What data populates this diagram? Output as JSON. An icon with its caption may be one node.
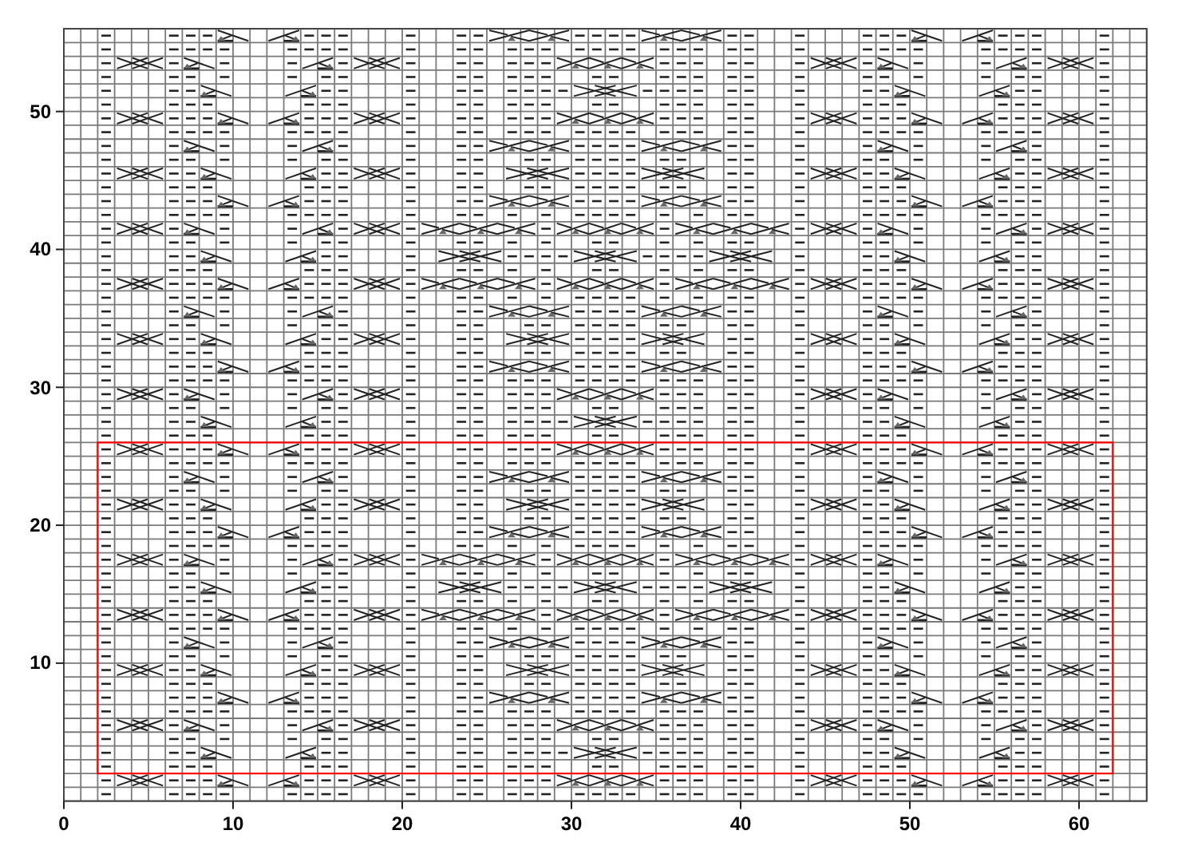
{
  "diagram": {
    "labels": [
      "50",
      "40",
      "30",
      "20",
      "10",
      "0",
      "10",
      "20",
      "30",
      "40",
      "50",
      "60"
    ]
  }
}
